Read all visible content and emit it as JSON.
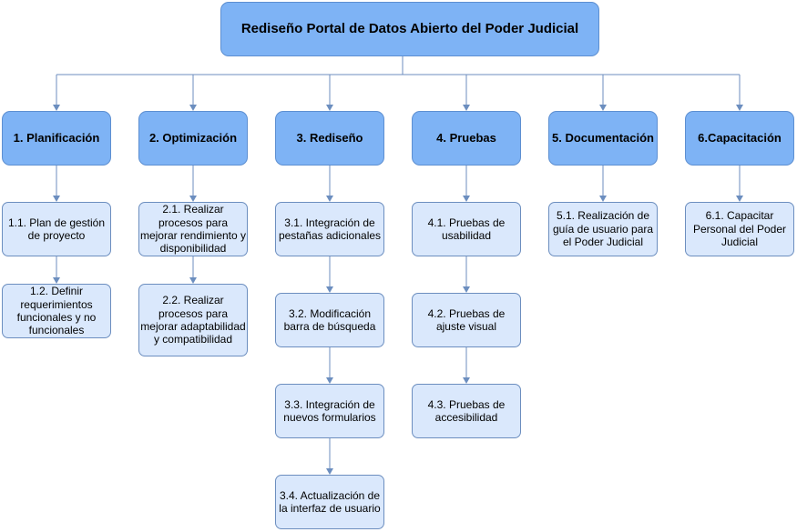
{
  "root": {
    "label": "Rediseño Portal de Datos Abierto del Poder Judicial"
  },
  "phases": [
    {
      "label": "1. Planificación",
      "tasks": [
        "1.1. Plan de gestión de proyecto",
        "1.2. Definir requerimientos funcionales y no funcionales"
      ]
    },
    {
      "label": "2. Optimización",
      "tasks": [
        "2.1. Realizar procesos para mejorar rendimiento y disponibilidad",
        "2.2. Realizar procesos para mejorar adaptabilidad y compatibilidad"
      ]
    },
    {
      "label": "3. Rediseño",
      "tasks": [
        "3.1. Integración de pestañas adicionales",
        "3.2. Modificación barra de búsqueda",
        "3.3. Integración de nuevos formularios",
        "3.4. Actualización de la interfaz de usuario"
      ]
    },
    {
      "label": "4. Pruebas",
      "tasks": [
        "4.1. Pruebas de usabilidad",
        "4.2. Pruebas de ajuste visual",
        "4.3. Pruebas de accesibilidad"
      ]
    },
    {
      "label": "5. Documentación",
      "tasks": [
        "5.1. Realización de guía de usuario para el Poder Judicial"
      ]
    },
    {
      "label": "6.Capacitación",
      "tasks": [
        "6.1. Capacitar Personal del Poder Judicial"
      ]
    }
  ],
  "colors": {
    "root_fill": "#7eb3f5",
    "phase_fill": "#7eb3f5",
    "task_fill": "#dae8fc",
    "task_border": "#6c8ebf",
    "connector": "#6c8ebf"
  }
}
